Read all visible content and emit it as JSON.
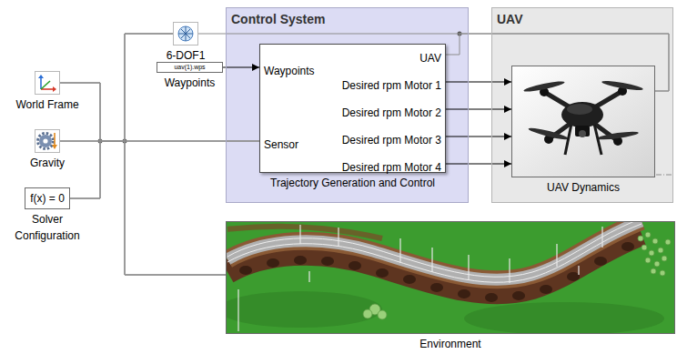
{
  "diagram": {
    "nodes": [
      {
        "text": [
          "World Frame"
        ]
      },
      {
        "text": [
          "Gravity"
        ]
      },
      {
        "text": [
          "f(x) = 0",
          "Solver Configuration"
        ]
      },
      {
        "text": [
          "6-DOF1"
        ]
      },
      {
        "text": [
          "uav(1).wps",
          "Waypoints"
        ]
      },
      {
        "text": [
          "Control System"
        ]
      },
      {
        "text": [
          "Waypoints",
          "Sensor",
          "UAV",
          "Desired rpm Motor 1",
          "Desired rpm Motor 2",
          "Desired rpm Motor 3",
          "Desired rpm Motor 4",
          "Trajectory Generation and Control"
        ],
        "in": 5
      },
      {
        "text": [
          "UAV"
        ]
      },
      {
        "text": [
          "UAV Dynamics"
        ],
        "in": 7
      },
      {
        "text": [
          "Environment"
        ]
      }
    ],
    "edges": [
      {
        "from": 4,
        "to": 6,
        "arrow": "to"
      },
      {
        "from": 6,
        "to": 8,
        "arrow": "to"
      },
      {
        "from": 6,
        "to": 8,
        "arrow": "to"
      },
      {
        "from": 6,
        "to": 8,
        "arrow": "to"
      },
      {
        "from": 6,
        "to": 8,
        "arrow": "to"
      },
      {
        "from": 6,
        "to": 8,
        "arrow": "none"
      },
      {
        "from": 3,
        "to": 8,
        "arrow": "none"
      },
      {
        "from": 0,
        "to": 6,
        "arrow": "none"
      },
      {
        "from": 1,
        "to": 6,
        "arrow": "none"
      },
      {
        "from": 2,
        "to": 6,
        "arrow": "none"
      },
      {
        "from": 0,
        "to": 3,
        "arrow": "none"
      },
      {
        "from": 1,
        "to": 3,
        "arrow": "none"
      },
      {
        "from": 2,
        "to": 3,
        "arrow": "none"
      },
      {
        "from": 0,
        "to": 9,
        "arrow": "none"
      },
      {
        "from": 1,
        "to": 9,
        "arrow": "none"
      },
      {
        "from": 2,
        "to": 9,
        "arrow": "none"
      }
    ]
  }
}
